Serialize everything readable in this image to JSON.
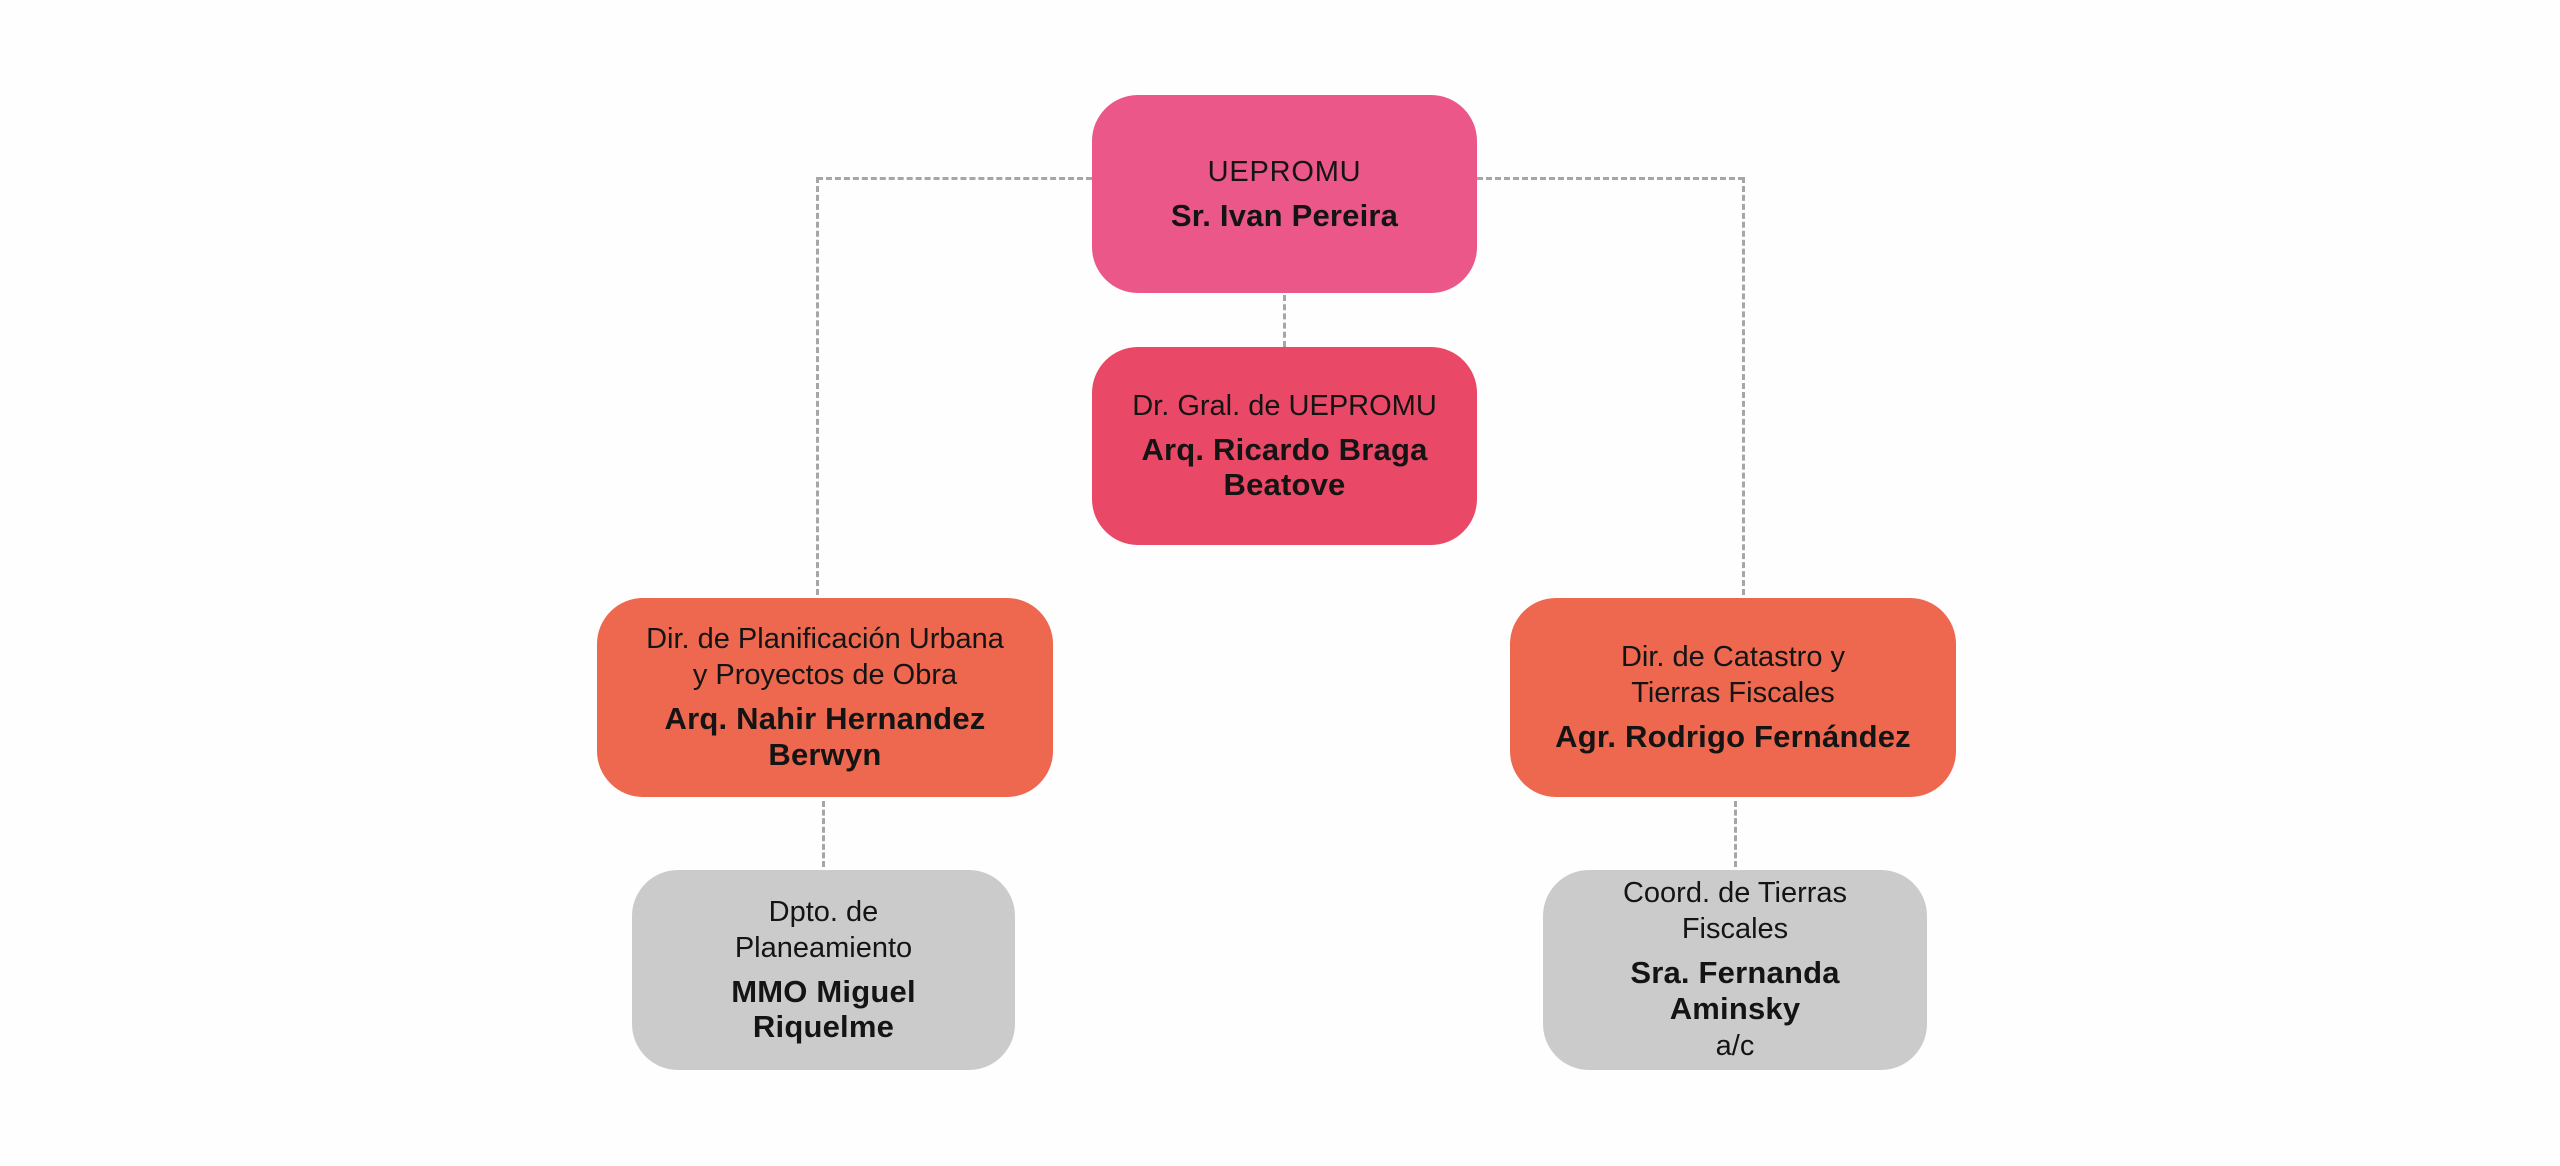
{
  "org": {
    "type": "org-chart",
    "nodes": [
      {
        "id": "root",
        "dept": "UEPROMU",
        "person": "Sr. Ivan Pereira",
        "level": "root"
      },
      {
        "id": "director-general",
        "dept": "Dr. Gral. de UEPROMU",
        "person": "Arq. Ricardo Braga\nBeatove",
        "level": "director"
      },
      {
        "id": "dir-planificacion-urbana",
        "dept": "Dir. de Planificación Urbana\ny Proyectos de Obra",
        "person": "Arq. Nahir Hernandez\nBerwyn",
        "level": "branch"
      },
      {
        "id": "dir-catastro-tierras",
        "dept": "Dir. de Catastro y\nTierras Fiscales",
        "person": "Agr. Rodrigo Fernández",
        "level": "branch"
      },
      {
        "id": "dpto-planeamiento",
        "dept": "Dpto. de\nPlaneamiento",
        "person": "MMO Miguel\nRiquelme",
        "level": "sub"
      },
      {
        "id": "coord-tierras-fiscales",
        "dept": "Coord. de Tierras\nFiscales",
        "person": "Sra. Fernanda\nAminsky",
        "suffix": "a/c",
        "level": "sub"
      }
    ]
  },
  "colors": {
    "root": "#EA5788",
    "director": "#E94866",
    "branch": "#ED684E",
    "sub": "#CBCBCB",
    "connector": "#A6A6A6",
    "text": "#141414",
    "background": "#FEFEFE"
  }
}
